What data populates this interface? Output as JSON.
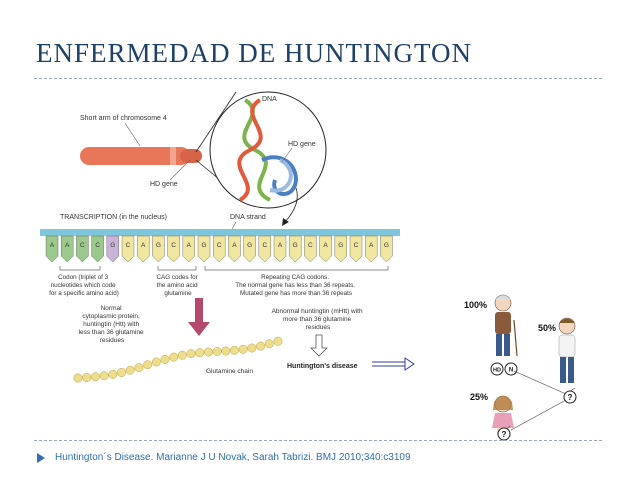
{
  "slide": {
    "title": "ENFERMEDAD DE HUNTINGTON",
    "citation": "Huntington´s Disease. Marianne J U Novak, Sarah Tabrizi. BMJ 2010;340:c3109"
  },
  "diagram": {
    "short_arm_label": "Short arm of chromosome 4",
    "dna_label": "DNA",
    "hd_gene_label": "HD gene",
    "hd_gene_label_chromosome": "HD gene",
    "transcription_label": "TRANSCRIPTION (in the nucleus)",
    "dna_strand_label": "DNA strand",
    "bases": [
      "A",
      "A",
      "C",
      "C",
      "G",
      "C",
      "A",
      "G",
      "C",
      "A",
      "G",
      "C",
      "A",
      "G",
      "C",
      "A",
      "G",
      "C",
      "A",
      "G",
      "C",
      "A",
      "G"
    ],
    "codon_label": [
      "Codon (triplet of 3",
      "nucleotides which code",
      "for a specific amino acid)"
    ],
    "cag_label": [
      "CAG codes for",
      "the amino acid",
      "glutamine"
    ],
    "repeat_label": [
      "Repeating CAG codons.",
      "The normal gene has less than 36 repeats.",
      "Mutated gene has more than 36 repeats"
    ],
    "normal_label": [
      "Normal",
      "cytoplasmic protein,",
      "huntingtin (Htt) with",
      "less than 36 glutamine",
      "residues"
    ],
    "abnormal_label": [
      "Abnormal huntingtin (mHtt) with",
      "more than 36 glutamine",
      "residues"
    ],
    "glutamine_chain_label": "Glutamine chain",
    "disease_label": "Huntington's disease",
    "inheritance": {
      "p100": "100%",
      "p50": "50%",
      "p25": "25%",
      "hd": "HD",
      "n": "N",
      "q": "?"
    }
  },
  "colors": {
    "title": "#1e3f66",
    "citation": "#2f6fae",
    "chromosome": "#e8775a",
    "strand": "#7ec6dc",
    "base_green": "#9bc98b",
    "base_purple": "#c9b3d9",
    "base_yellow": "#f0e6a0",
    "arrow": "#b34a6e"
  }
}
